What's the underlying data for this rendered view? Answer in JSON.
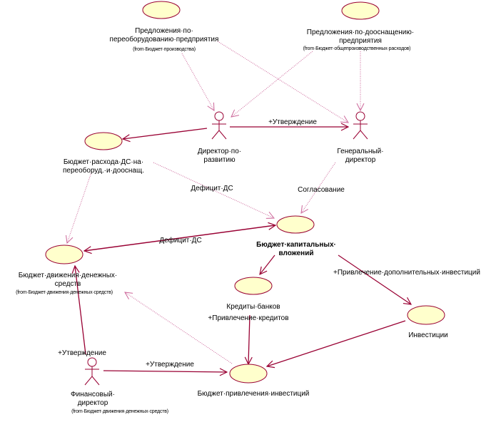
{
  "diagram": {
    "type": "UML use-case diagram",
    "colors": {
      "usecase_fill": "#FFFFCC",
      "usecase_stroke": "#990033",
      "association": "#990033",
      "dependency": "#CC6699",
      "actor": "#990033",
      "text": "#000000"
    },
    "use_cases": [
      {
        "id": "uc_pereob",
        "name": "Предложения·по· переоборудованию·предприятия",
        "from": "(from·Бюджет·производства)"
      },
      {
        "id": "uc_doosn",
        "name": "Предложения·по·дооснащению· предприятия",
        "from": "(from·Бюджет·общепроизводственных·расходов)"
      },
      {
        "id": "uc_rashod",
        "name": "Бюджет·расхода·ДС·на· переоборуд.·и·дооснащ.",
        "from": ""
      },
      {
        "id": "uc_kapvl",
        "name": "Бюджет·капитальных· вложений",
        "from": ""
      },
      {
        "id": "uc_dds",
        "name": "Бюджет·движения·денежных· средств",
        "from": "(from·Бюджет·движения·денежных·средств)"
      },
      {
        "id": "uc_kredit",
        "name": "Кредиты·банков",
        "from": ""
      },
      {
        "id": "uc_invest",
        "name": "Инвестиции",
        "from": ""
      },
      {
        "id": "uc_privl",
        "name": "Бюджет·привлечения·инвестиций",
        "from": ""
      }
    ],
    "actors": [
      {
        "id": "a_dir_razv",
        "name": "Директор·по· развитию",
        "from": ""
      },
      {
        "id": "a_gen_dir",
        "name": "Генеральный· директор",
        "from": ""
      },
      {
        "id": "a_fin_dir",
        "name": "Финансовый· директор",
        "from": "(from·Бюджет·движения·денежных·средств)"
      }
    ],
    "relationships": [
      {
        "from": "uc_pereob",
        "to": "a_dir_razv",
        "kind": "dependency",
        "label": ""
      },
      {
        "from": "uc_pereob",
        "to": "a_gen_dir",
        "kind": "dependency",
        "label": ""
      },
      {
        "from": "uc_doosn",
        "to": "a_dir_razv",
        "kind": "dependency",
        "label": ""
      },
      {
        "from": "uc_doosn",
        "to": "a_gen_dir",
        "kind": "dependency",
        "label": ""
      },
      {
        "from": "a_dir_razv",
        "to": "a_gen_dir",
        "kind": "association",
        "label": "+Утверждение"
      },
      {
        "from": "a_dir_razv",
        "to": "uc_rashod",
        "kind": "association",
        "label": ""
      },
      {
        "from": "uc_rashod",
        "to": "uc_kapvl",
        "kind": "dependency",
        "label": "Дефицит·ДС"
      },
      {
        "from": "a_gen_dir",
        "to": "uc_kapvl",
        "kind": "dependency",
        "label": "Согласование"
      },
      {
        "from": "uc_rashod",
        "to": "uc_dds",
        "kind": "dependency",
        "label": ""
      },
      {
        "from": "uc_kapvl",
        "to": "uc_dds",
        "kind": "association-bidirectional",
        "label": "Дефицит·ДС"
      },
      {
        "from": "uc_kapvl",
        "to": "uc_kredit",
        "kind": "association",
        "label": ""
      },
      {
        "from": "uc_kapvl",
        "to": "uc_invest",
        "kind": "association",
        "label": "+Привлечение·дополнительных·инвестиций"
      },
      {
        "from": "uc_kredit",
        "to": "uc_privl",
        "kind": "association",
        "label": "+Привлечение·кредитов"
      },
      {
        "from": "uc_invest",
        "to": "uc_privl",
        "kind": "association",
        "label": ""
      },
      {
        "from": "uc_privl",
        "to": "uc_dds",
        "kind": "dependency",
        "label": ""
      },
      {
        "from": "a_fin_dir",
        "to": "uc_dds",
        "kind": "association",
        "label": "+Утверждение"
      },
      {
        "from": "a_fin_dir",
        "to": "uc_privl",
        "kind": "association",
        "label": "+Утверждение"
      }
    ]
  },
  "labels": {
    "uc_pereob_l1": "Предложения·по·",
    "uc_pereob_l2": "переоборудованию·предприятия",
    "uc_pereob_from": "(from·Бюджет·производства)",
    "uc_doosn_l1": "Предложения·по·дооснащению·",
    "uc_doosn_l2": "предприятия",
    "uc_doosn_from": "(from·Бюджет·общепроизводственных·расходов)",
    "a_dir_razv_l1": "Директор·по·",
    "a_dir_razv_l2": "развитию",
    "a_gen_dir_l1": "Генеральный·",
    "a_gen_dir_l2": "директор",
    "rel_utv_top": "+Утверждение",
    "uc_rashod_l1": "Бюджет·расхода·ДС·на·",
    "uc_rashod_l2": "переоборуд.·и·дооснащ.",
    "rel_deficit_1": "Дефицит·ДС",
    "rel_soglas": "Согласование",
    "uc_kapvl_l1": "Бюджет·капитальных·",
    "uc_kapvl_l2": "вложений",
    "rel_deficit_2": "Дефицит·ДС",
    "uc_dds_l1": "Бюджет·движения·денежных·",
    "uc_dds_l2": "средств",
    "uc_dds_from": "(from·Бюджет·движения·денежных·средств)",
    "rel_privl_dop": "+Привлечение·дополнительных·инвестиций",
    "uc_kredit_l1": "Кредиты·банков",
    "rel_privl_kred": "+Привлечение·кредитов",
    "uc_invest_l1": "Инвестиции",
    "rel_utv_fin1": "+Утверждение",
    "rel_utv_fin2": "+Утверждение",
    "a_fin_dir_l1": "Финансовый·",
    "a_fin_dir_l2": "директор",
    "a_fin_dir_from": "(from·Бюджет·движения·денежных·средств)",
    "uc_privl_l1": "Бюджет·привлечения·инвестиций"
  }
}
